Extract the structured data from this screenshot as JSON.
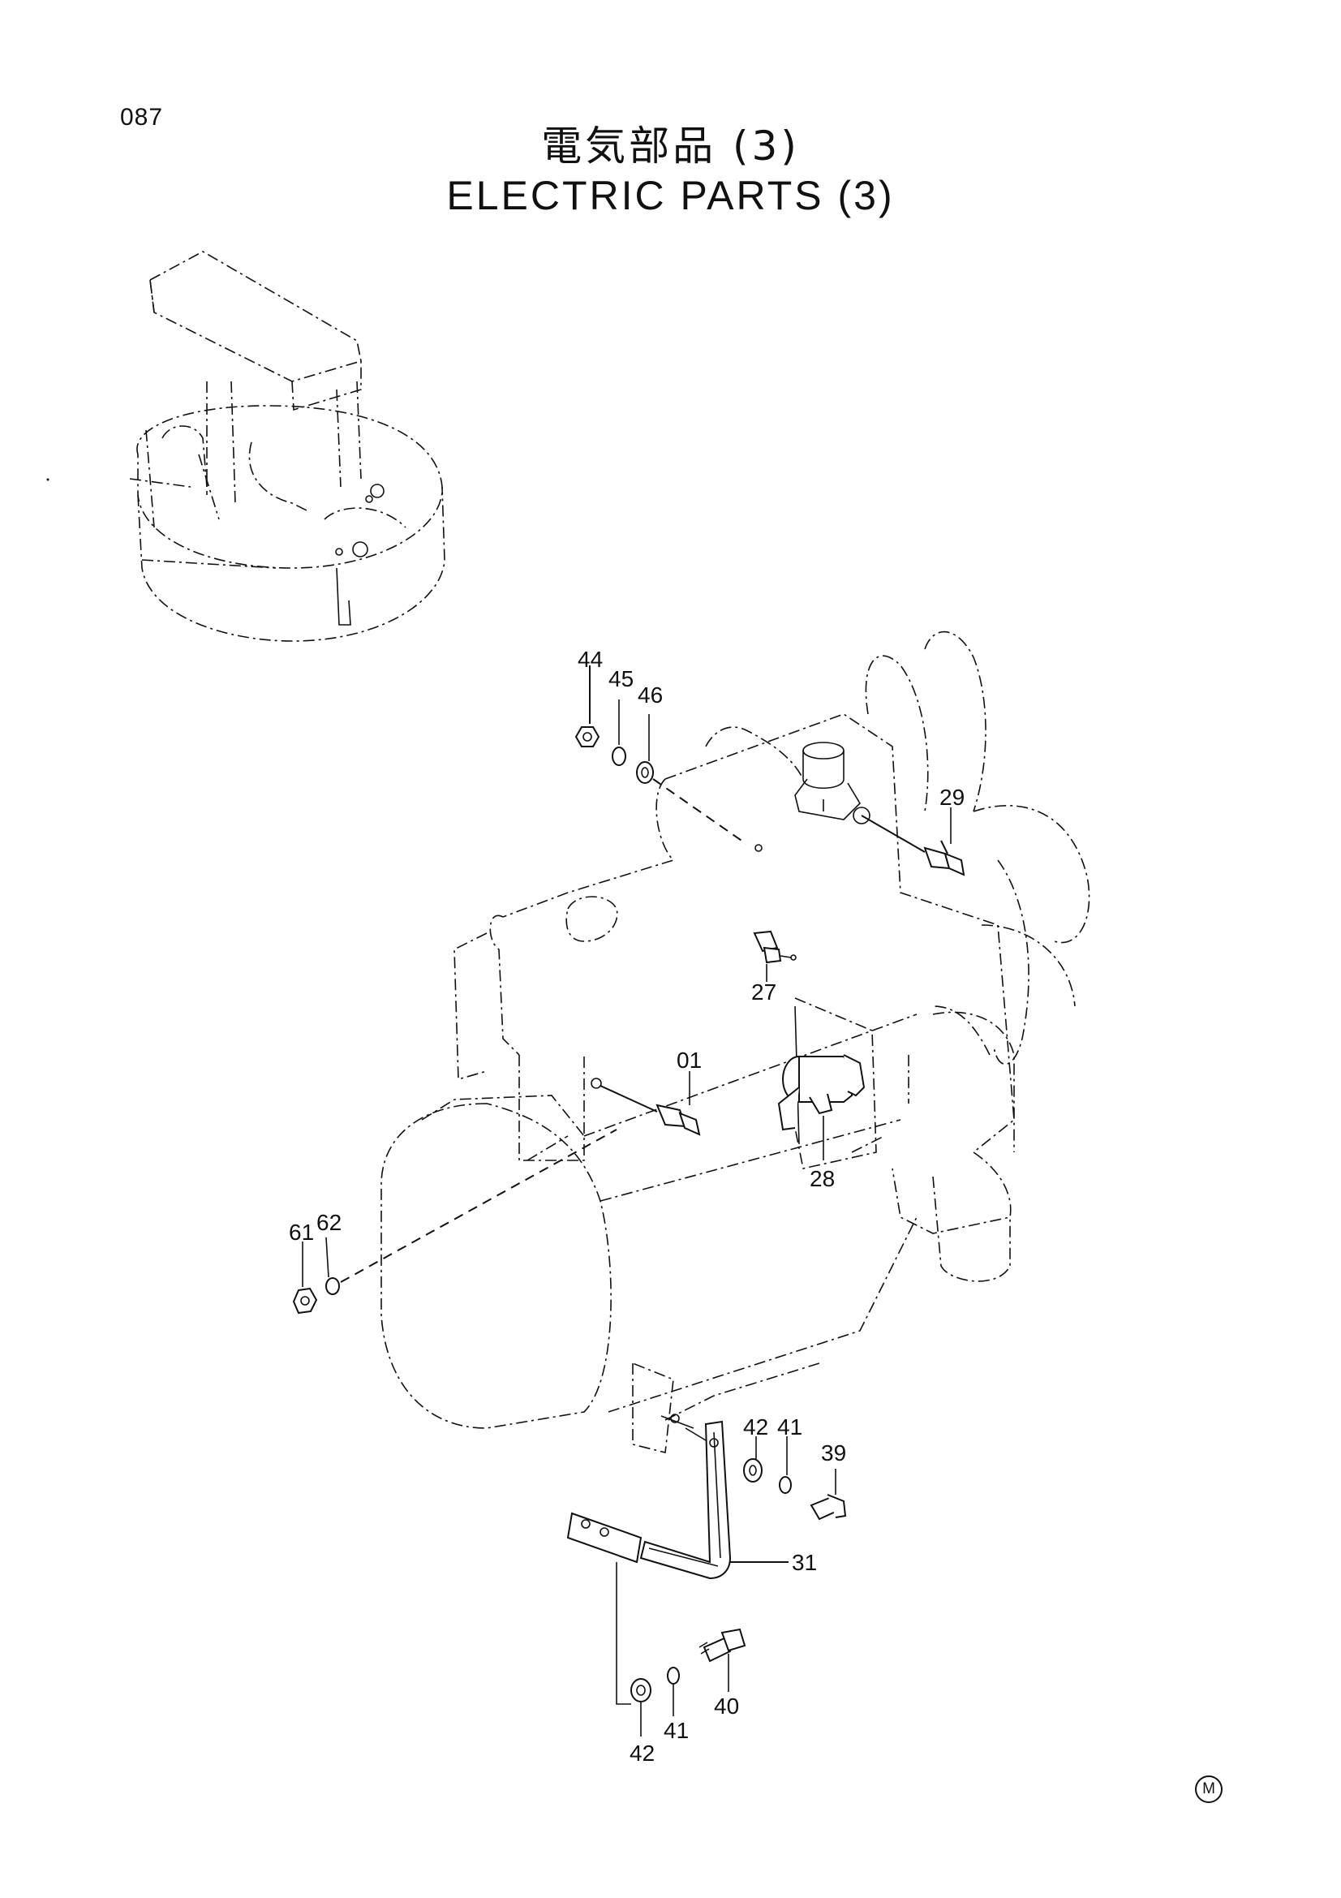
{
  "page": {
    "number": "087",
    "mark": "M"
  },
  "title": {
    "jp": "電気部品 (3)",
    "en": "ELECTRIC PARTS (3)"
  },
  "callouts": {
    "c01": "01",
    "c27": "27",
    "c28": "28",
    "c29": "29",
    "c31": "31",
    "c39": "39",
    "c40": "40",
    "c41a": "41",
    "c41b": "41",
    "c42a": "42",
    "c42b": "42",
    "c44": "44",
    "c45": "45",
    "c46": "46",
    "c61": "61",
    "c62": "62"
  }
}
